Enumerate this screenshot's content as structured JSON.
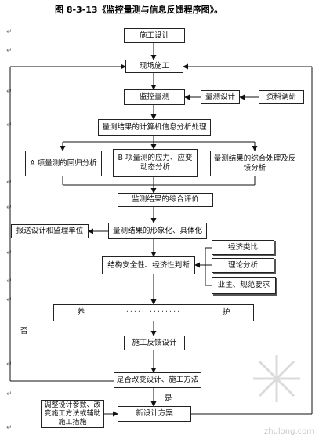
{
  "title": "图 8-3-13《监控量测与信息反馈程序图》。",
  "para_mark": "↵",
  "nodes": {
    "design": "施工设计",
    "site": "现场施工",
    "monitor": "监控量测",
    "meas_design": "量测设计",
    "survey": "资料调研",
    "computer": "量测结果的计算机信息分析处理",
    "reg_a": "A 项量测的回归分析",
    "reg_b": "B 项量测的应力、应变动态分析",
    "synth": "量测结果的综合处理及反馈分析",
    "eval": "监测结果的综合评价",
    "report": "报送设计和监理单位",
    "visual": "量测结果的形象化、具体化",
    "judge": "结构安全性、经济性判断",
    "economy": "经济类比",
    "theory": "理论分析",
    "owner": "业主、规范要求",
    "long_left": "养",
    "long_right": "护",
    "feedback": "施工反馈设计",
    "change": "是否改变设计、施工方法",
    "adjust": "调整设计参数、改变施工方法或辅助施工措施",
    "newplan": "新设计方案"
  },
  "labels": {
    "yes": "是",
    "no": "否"
  },
  "watermark": "zhulong.com"
}
